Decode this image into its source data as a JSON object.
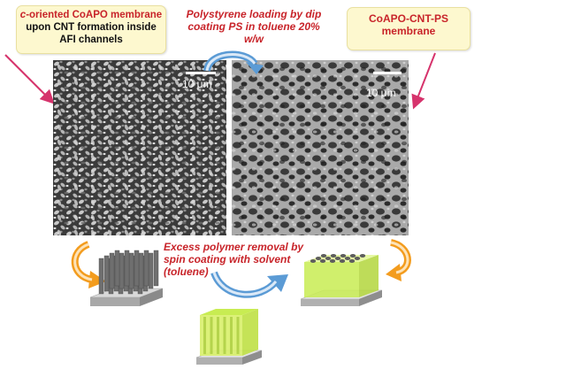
{
  "left_label": {
    "line1_italic": "c",
    "line1_rest": "-oriented CoAPO membrane",
    "line2": "upon CNT formation inside",
    "line3": "AFI channels"
  },
  "top_caption": {
    "line1": "Polystyrene loading by dip",
    "line2": "coating PS in toluene 20%",
    "line3": "w/w"
  },
  "right_label": {
    "line1": "CoAPO-CNT-PS",
    "line2": "membrane"
  },
  "middle_caption": {
    "line1": "Excess polymer removal by",
    "line2": "spin coating with solvent",
    "line3": "(toluene)"
  },
  "left_micrograph": {
    "scale_label": "10 μm"
  },
  "right_micrograph": {
    "scale_label": "10 μm"
  },
  "colors": {
    "caption_red": "#c8242a",
    "label_box": "#fdf8cf",
    "curved_arrow_orange": "#f39c1e",
    "curved_arrow_blue": "#5b9bd5",
    "pointer_arrow": "#d6336c",
    "polymer_green": "#d8f06a"
  }
}
